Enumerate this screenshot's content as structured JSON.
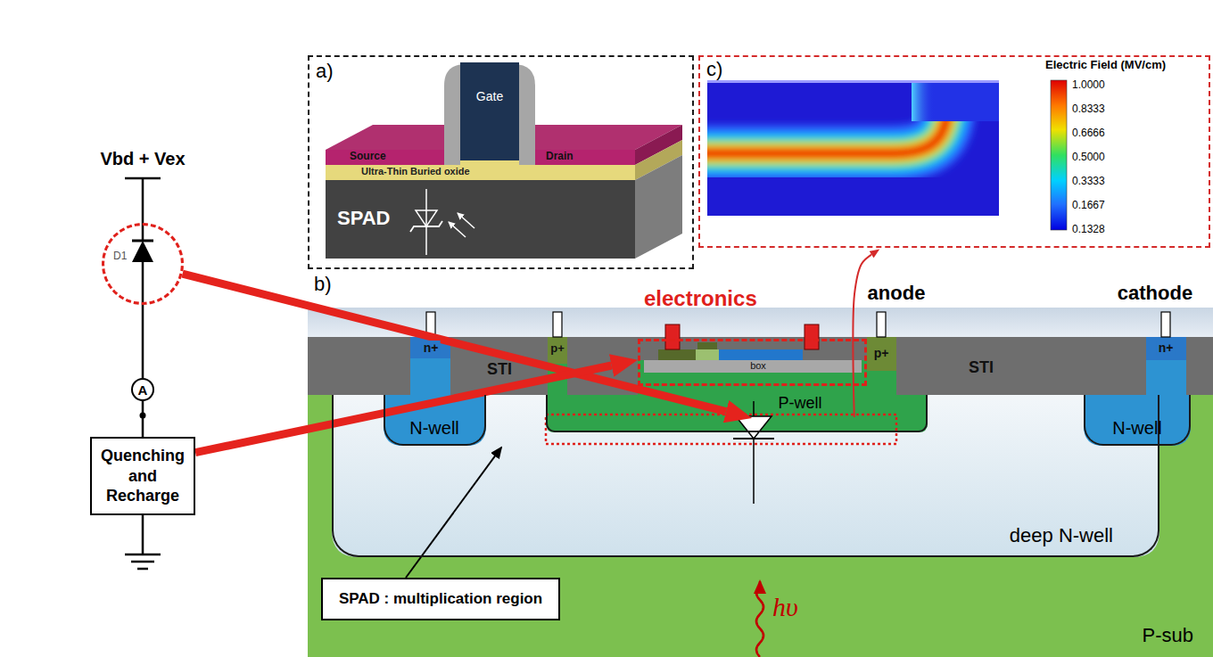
{
  "diagram": {
    "nodes": [
      {
        "text": [
          "D1"
        ]
      },
      {
        "text": [
          "A"
        ]
      },
      {
        "text": [
          "Quenching and Recharge"
        ]
      },
      {
        "text": [
          "a)"
        ]
      },
      {
        "text": [
          "c)"
        ]
      },
      {
        "text": [
          "electronics"
        ]
      },
      {
        "text": [
          "P-sub"
        ]
      },
      {
        "text": [
          "deep N-well"
        ],
        "in": 6
      },
      {
        "text": [
          "P-well"
        ],
        "in": 6
      },
      {
        "text": [
          "N-well"
        ],
        "in": 6
      },
      {
        "text": [
          "N-well"
        ],
        "in": 6
      },
      {
        "text": [
          "SPAD : multiplication region"
        ],
        "in": 6
      }
    ],
    "edges": [
      {
        "from": 0,
        "to": 8,
        "arrow": "to"
      },
      {
        "from": 2,
        "to": 5,
        "arrow": "to"
      },
      {
        "from": 8,
        "to": 4,
        "arrow": "to"
      },
      {
        "from": 0,
        "to": 1,
        "arrow": "none"
      },
      {
        "from": 1,
        "to": 2,
        "arrow": "none"
      }
    ],
    "labels": [
      "Vbd + Vex",
      "Gate",
      "Source",
      "Drain",
      "Ultra-Thin Buried oxide",
      "SPAD",
      "Electric Field (MV/cm)",
      "1.0000",
      "0.8333",
      "0.6666",
      "0.5000",
      "0.3333",
      "0.1667",
      "0.1328",
      "b)",
      "anode",
      "cathode",
      "n+",
      "STI",
      "p+",
      "box",
      "p+",
      "STI",
      "n+",
      "hυ"
    ]
  }
}
